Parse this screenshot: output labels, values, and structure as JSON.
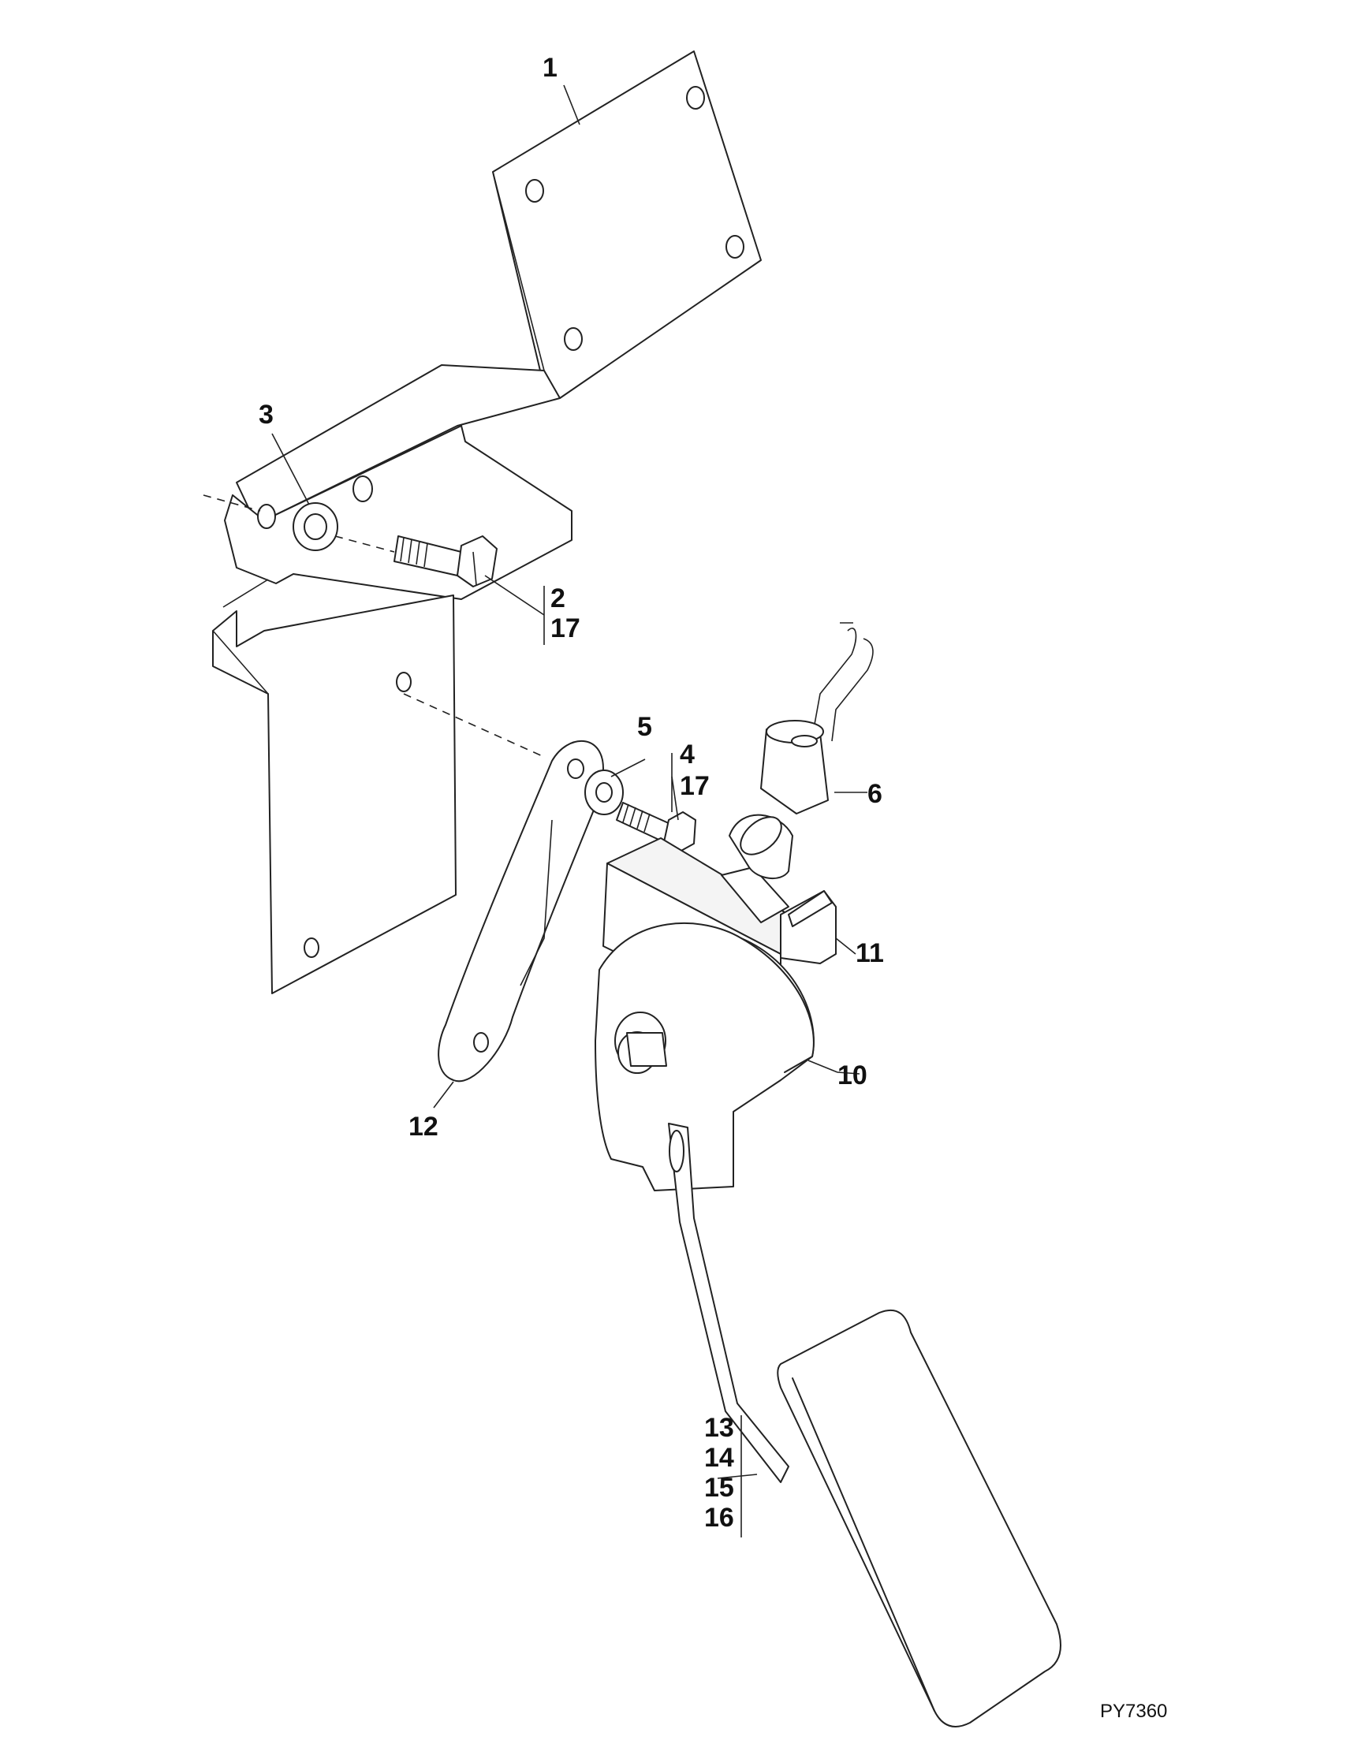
{
  "callouts": {
    "c1": "1",
    "c2": "2",
    "c3": "3",
    "c4": "4",
    "c5": "5",
    "c6": "6",
    "c10": "10",
    "c11": "11",
    "c12": "12",
    "c13": "13",
    "c14": "14",
    "c15": "15",
    "c16": "16",
    "c17a": "17",
    "c17b": "17"
  },
  "figure_ref": "PY7360"
}
